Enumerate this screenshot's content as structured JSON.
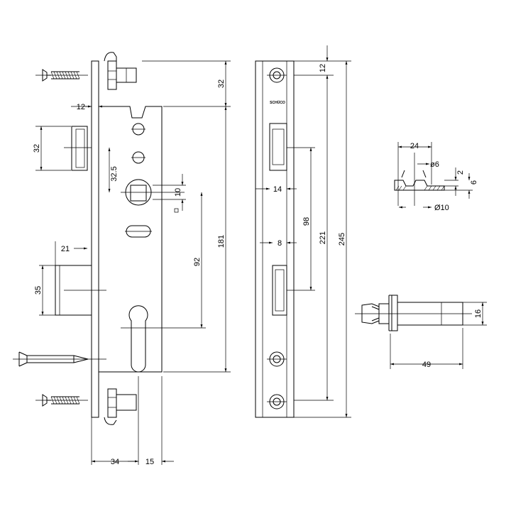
{
  "brand_mark": "SCHÜCO",
  "dimensions": {
    "front": {
      "d32_top": "32",
      "d12": "12",
      "d32": "32",
      "d32_5": "32.5",
      "d10": "10",
      "d92": "92",
      "d181": "181",
      "d21": "21",
      "d35": "35",
      "d34": "34",
      "d15": "15"
    },
    "side": {
      "d12": "12",
      "d14": "14",
      "d98": "98",
      "d8": "8",
      "d221": "221",
      "d245": "245"
    },
    "detail": {
      "d24": "24",
      "d_phi6": "ø6",
      "d2": "2",
      "d6": "6",
      "d_phi10": "Ø10"
    },
    "bolt": {
      "d16": "16",
      "d49": "49"
    }
  }
}
